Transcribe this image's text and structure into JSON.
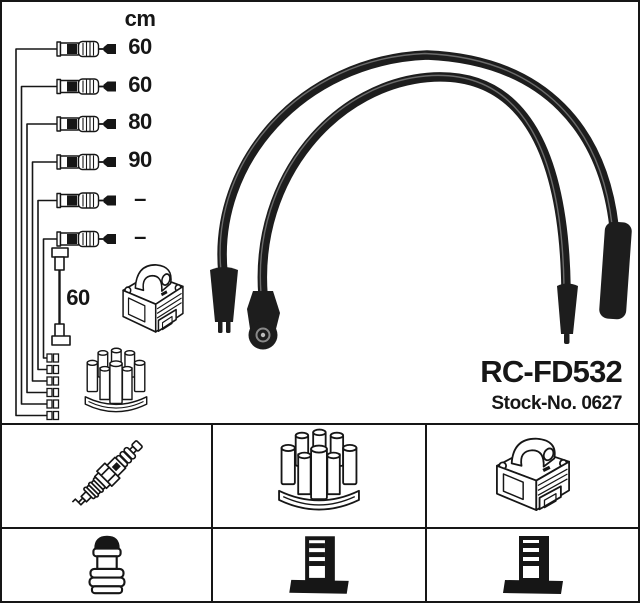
{
  "colors": {
    "ink": "#161616",
    "paper": "#ffffff",
    "cable": "#1d1d1d",
    "cable_highlight": "#6b6b6b"
  },
  "measurements": {
    "unit_header": "cm",
    "leads": [
      {
        "id": "lead-1",
        "length": "60"
      },
      {
        "id": "lead-2",
        "length": "60"
      },
      {
        "id": "lead-3",
        "length": "80"
      },
      {
        "id": "lead-4",
        "length": "90"
      },
      {
        "id": "lead-5",
        "length": "–"
      },
      {
        "id": "lead-6",
        "length": "–"
      }
    ],
    "coil_wire_length": "60"
  },
  "product": {
    "part_number": "RC-FD532",
    "stock_number": "Stock-No. 0627"
  },
  "diagram_icons": {
    "lead_set": "ignition-lead-set-icon",
    "coil_wire": "coil-wire-icon",
    "ignition_coil": "ignition-coil-icon",
    "distributor_cap": "distributor-cap-icon",
    "cable_set": "ht-cable-pair-icon"
  },
  "legend": {
    "cells": [
      {
        "icon": "spark-plug-icon"
      },
      {
        "icon": "distributor-cap-icon"
      },
      {
        "icon": "ignition-coil-icon"
      },
      {
        "icon": "spark-plug-boot-icon"
      },
      {
        "icon": "terminal-post-icon"
      },
      {
        "icon": "terminal-post-icon"
      }
    ]
  }
}
